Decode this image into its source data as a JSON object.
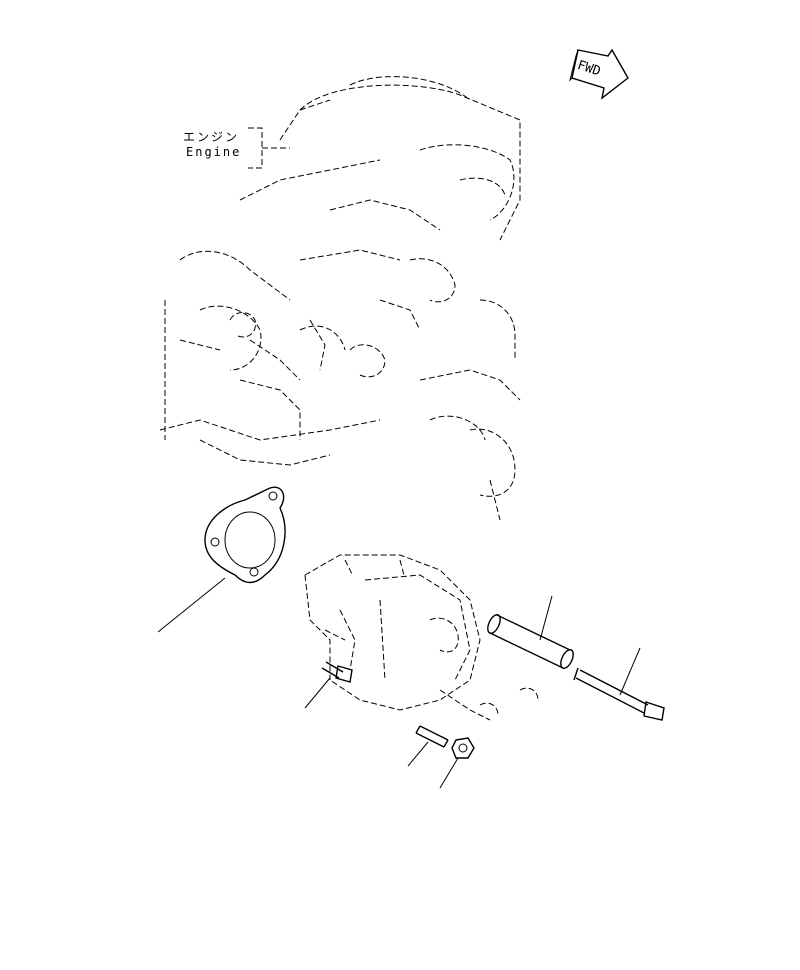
{
  "labels": {
    "engine_jp": "エンジン",
    "engine_en": "Engine",
    "fwd": "FWD"
  },
  "icons": {
    "fwd_arrow": "fwd-arrow-icon"
  }
}
